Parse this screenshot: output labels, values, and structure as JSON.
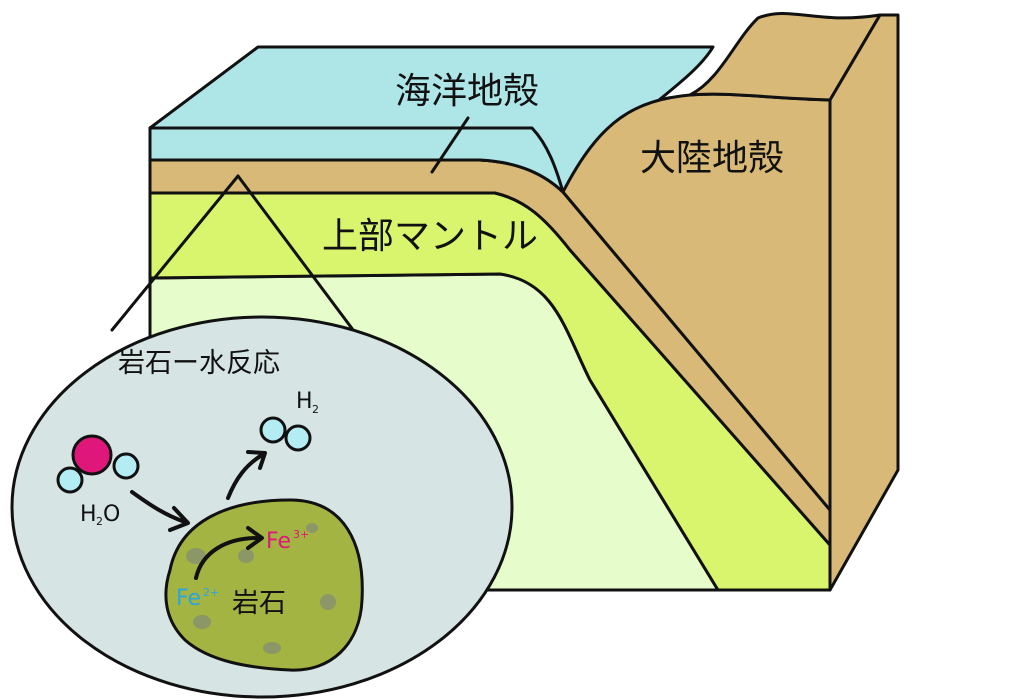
{
  "labels": {
    "oceanic_crust": "海洋地殻",
    "continental_crust": "大陸地殻",
    "upper_mantle": "上部マントル",
    "reaction_title": "岩石ー水反応",
    "rock": "岩石"
  },
  "chem": {
    "h2o_h": "H",
    "h2o_sub": "2",
    "h2o_o": "O",
    "h2_h": "H",
    "h2_sub": "2",
    "fe2_base": "Fe",
    "fe2_charge": "2+",
    "fe3_base": "Fe",
    "fe3_charge": "3+"
  },
  "colors": {
    "ocean": "#aee6e8",
    "crust": "#d8b978",
    "mantle": "#d9f56e",
    "deep_mantle": "#e6fcca",
    "bubble": "#d6e4e4",
    "rock": "#a4b443",
    "rock_spot": "#8b9766",
    "oxygen": "#e0177a",
    "hydrogen": "#b4ecf4",
    "fe2": "#2aa5dd",
    "fe3": "#e0177a"
  }
}
